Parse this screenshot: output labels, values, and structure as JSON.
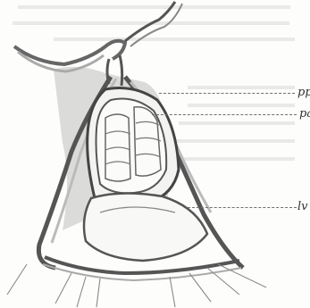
{
  "figure": {
    "labels": {
      "pp": "pp",
      "pa": "pa",
      "lv": "lv"
    }
  }
}
